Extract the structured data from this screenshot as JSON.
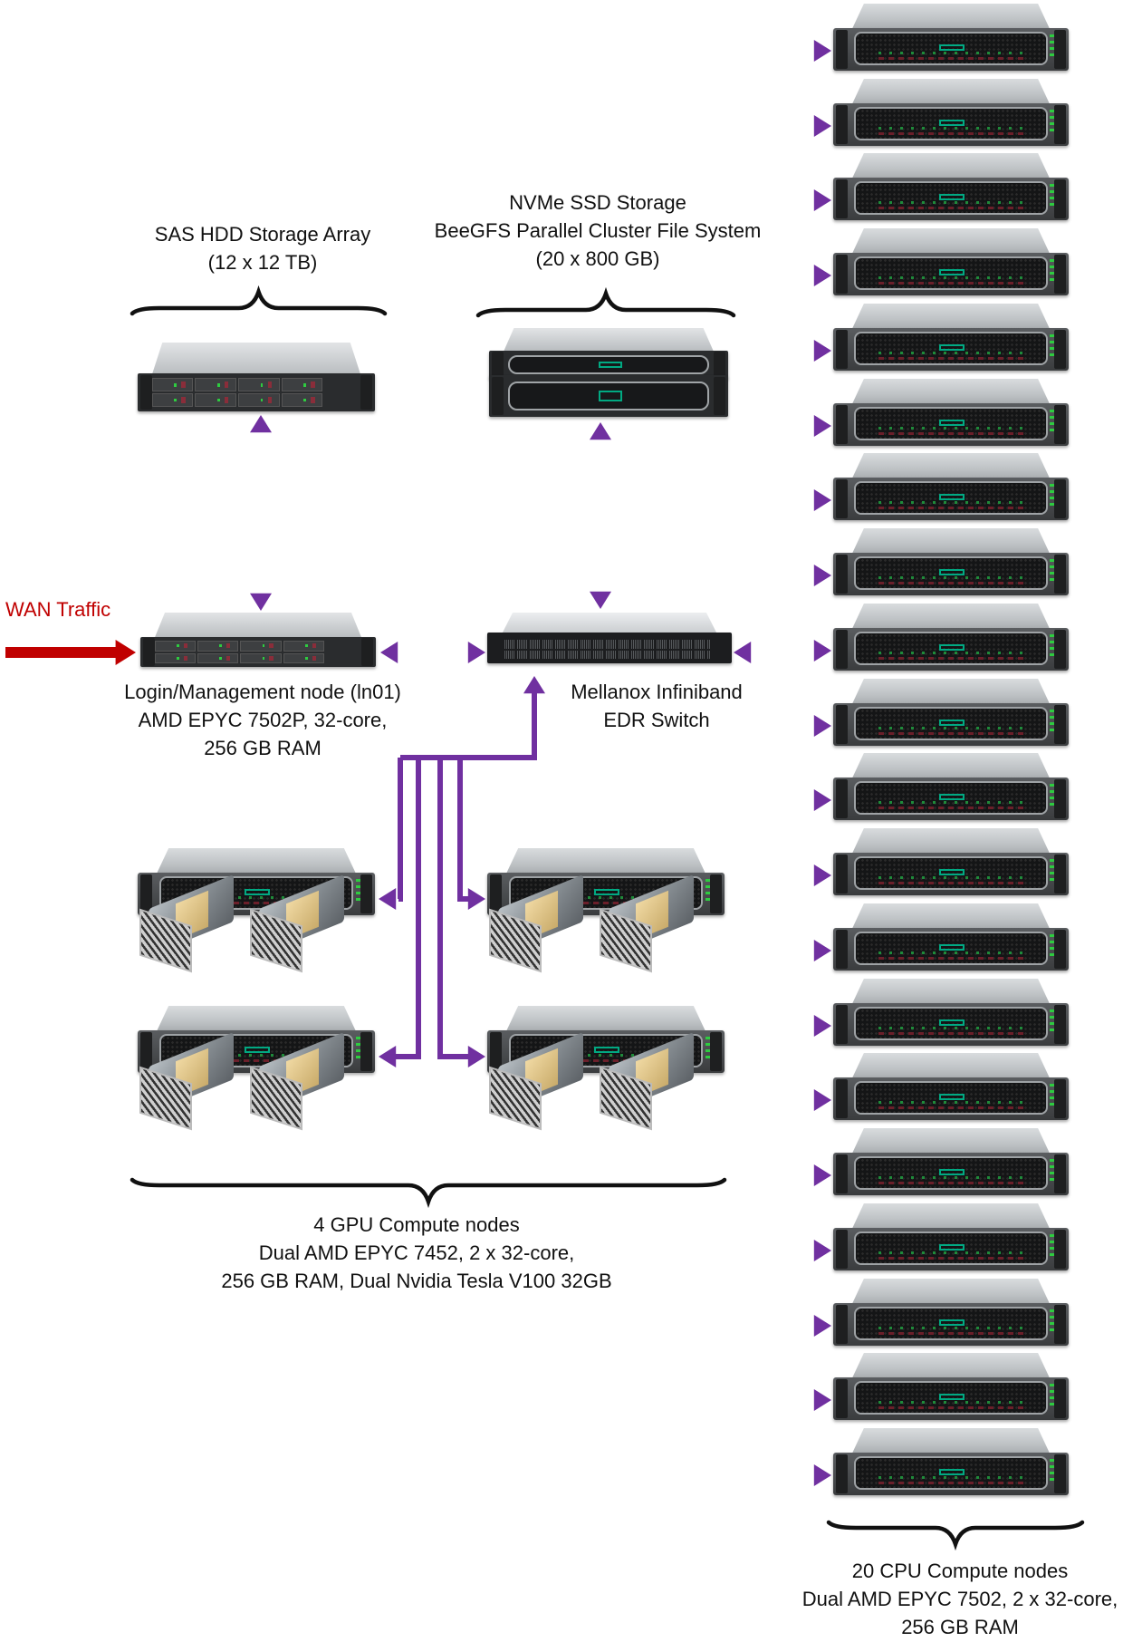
{
  "title": "HPC Cluster Architecture",
  "colors": {
    "interconnect": "#7030a0",
    "wan": "#c00000",
    "text": "#111111",
    "hpe_accent": "#01a982"
  },
  "wan": {
    "label": "WAN Traffic"
  },
  "sas_storage": {
    "lines": [
      "SAS HDD Storage Array",
      "(12 x 12 TB)"
    ]
  },
  "nvme_storage": {
    "lines": [
      "NVMe SSD Storage",
      "BeeGFS  Parallel Cluster File System",
      "(20 x 800 GB)"
    ],
    "server_count": 2
  },
  "login_node": {
    "lines": [
      "Login/Management node (ln01)",
      "AMD EPYC 7502P, 32-core,",
      "256 GB RAM"
    ]
  },
  "switch": {
    "lines": [
      "Mellanox Infiniband",
      "EDR Switch"
    ]
  },
  "gpu_nodes": {
    "count": 4,
    "gpus_per_node": 2,
    "lines": [
      "4 GPU Compute nodes",
      "Dual AMD EPYC 7452, 2 x 32-core,",
      "256 GB RAM, Dual Nvidia Tesla V100 32GB"
    ]
  },
  "cpu_nodes": {
    "count": 20,
    "lines": [
      "20 CPU Compute nodes",
      "Dual AMD EPYC 7502, 2 x 32-core,",
      "256 GB RAM"
    ]
  }
}
